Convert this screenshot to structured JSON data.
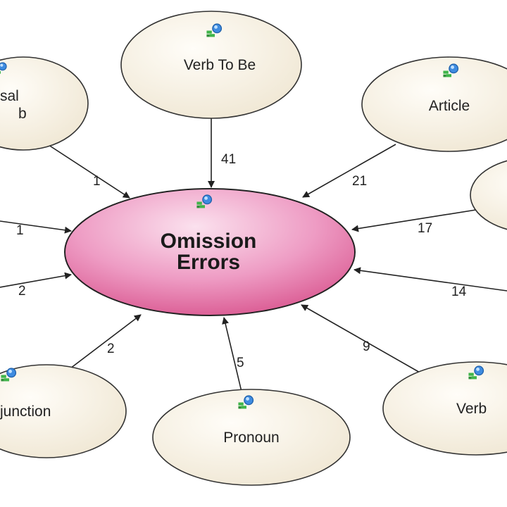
{
  "center": {
    "line1": "Omission",
    "line2": "Errors"
  },
  "nodes": [
    {
      "id": "phrasal-verb",
      "line1": "sal",
      "line2": "b"
    },
    {
      "id": "verb-to-be",
      "line1": "Verb To Be"
    },
    {
      "id": "article",
      "line1": "Article"
    },
    {
      "id": "right-node",
      "line1": ""
    },
    {
      "id": "conjunction",
      "line1": "junction"
    },
    {
      "id": "pronoun",
      "line1": "Pronoun"
    },
    {
      "id": "verb",
      "line1": "Verb"
    }
  ],
  "edges": [
    {
      "from": "phrasal-verb",
      "label": "1"
    },
    {
      "from": "verb-to-be",
      "label": "41"
    },
    {
      "from": "article",
      "label": "21"
    },
    {
      "from": "right-node",
      "label": "17"
    },
    {
      "from": "left-upper",
      "label": "1"
    },
    {
      "from": "left-lower",
      "label": "2"
    },
    {
      "from": "right-lower",
      "label": "14"
    },
    {
      "from": "conjunction",
      "label": "2"
    },
    {
      "from": "pronoun",
      "label": "5"
    },
    {
      "from": "verb",
      "label": "9"
    }
  ],
  "icon": "network-node-icon",
  "colors": {
    "node_fill": "#f6efe2",
    "center_fill": "#e46fa8",
    "edge": "#222222",
    "icon_blue": "#3e8be0",
    "icon_green": "#3fb54a"
  }
}
